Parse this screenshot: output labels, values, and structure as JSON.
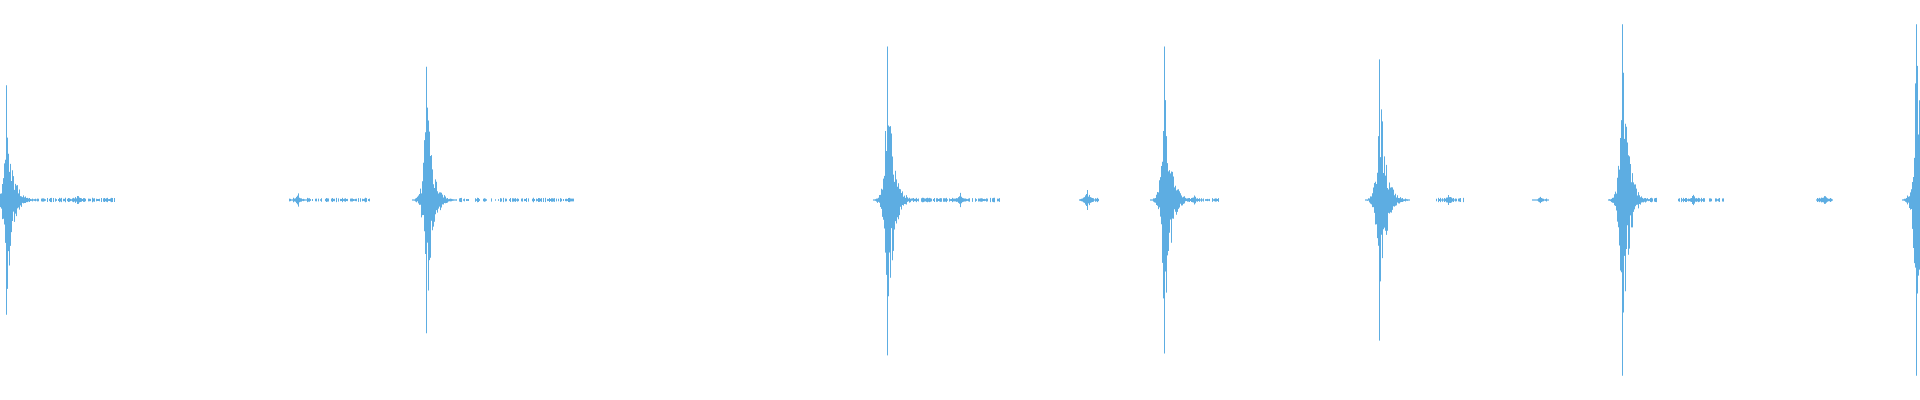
{
  "waveform": {
    "color": "#5dade2",
    "amplitude_range": [
      -1,
      1
    ],
    "duration_fraction_range": [
      0,
      1
    ],
    "peaks": [
      {
        "t": 0.003,
        "amp_up": 0.62,
        "amp_down": 0.62
      },
      {
        "t": 0.222,
        "amp_up": 0.72,
        "amp_down": 0.72
      },
      {
        "t": 0.462,
        "amp_up": 0.83,
        "amp_down": 0.84
      },
      {
        "t": 0.606,
        "amp_up": 0.83,
        "amp_down": 0.83
      },
      {
        "t": 0.718,
        "amp_up": 0.76,
        "amp_down": 0.76
      },
      {
        "t": 0.845,
        "amp_up": 0.95,
        "amp_down": 0.95
      },
      {
        "t": 0.998,
        "amp_up": 0.95,
        "amp_down": 0.95
      }
    ],
    "minor_bursts": [
      {
        "t": 0.04,
        "amp": 0.03
      },
      {
        "t": 0.155,
        "amp": 0.04
      },
      {
        "t": 0.5,
        "amp": 0.04
      },
      {
        "t": 0.566,
        "amp": 0.06
      },
      {
        "t": 0.622,
        "amp": 0.03
      },
      {
        "t": 0.754,
        "amp": 0.04
      },
      {
        "t": 0.802,
        "amp": 0.02
      },
      {
        "t": 0.882,
        "amp": 0.03
      },
      {
        "t": 0.95,
        "amp": 0.04
      }
    ],
    "low_level_segments": [
      [
        0.006,
        0.06
      ],
      [
        0.15,
        0.192
      ],
      [
        0.224,
        0.298
      ],
      [
        0.464,
        0.52
      ],
      [
        0.562,
        0.572
      ],
      [
        0.608,
        0.635
      ],
      [
        0.72,
        0.732
      ],
      [
        0.748,
        0.762
      ],
      [
        0.8,
        0.805
      ],
      [
        0.848,
        0.862
      ],
      [
        0.874,
        0.9
      ],
      [
        0.946,
        0.955
      ]
    ]
  }
}
